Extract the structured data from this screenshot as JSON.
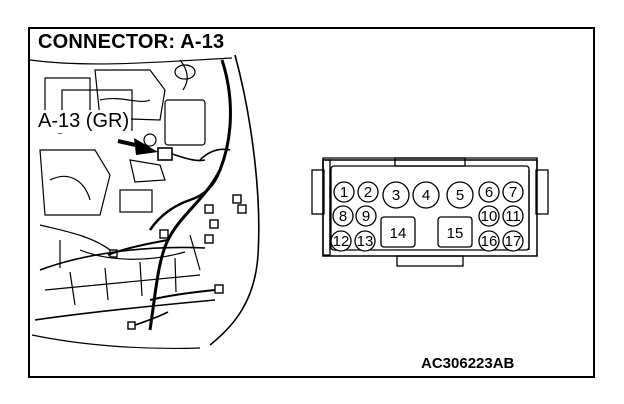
{
  "title": "CONNECTOR: A-13",
  "callout_label": "A-13 (GR)",
  "reference_code": "AC306223AB",
  "connector_pins": [
    "1",
    "2",
    "3",
    "4",
    "5",
    "6",
    "7",
    "8",
    "9",
    "10",
    "11",
    "12",
    "13",
    "14",
    "15",
    "16",
    "17"
  ]
}
